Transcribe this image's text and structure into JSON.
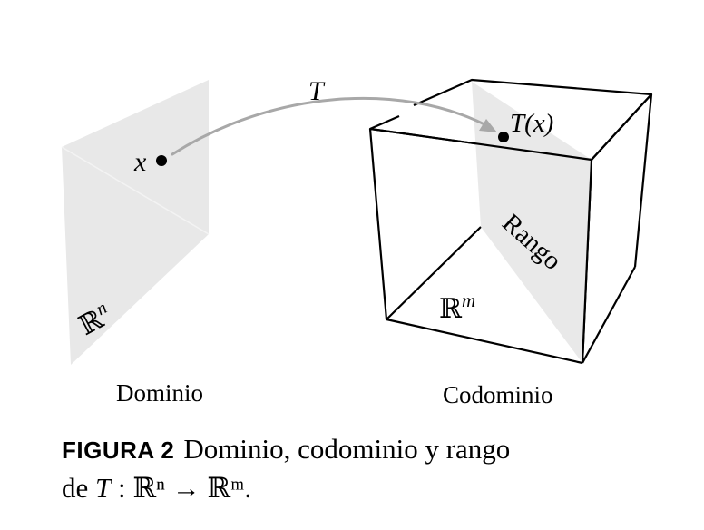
{
  "diagram": {
    "domain_point_label": "x",
    "domain_space_symbol": "ℝ",
    "domain_space_exponent": "n",
    "domain_label": "Dominio",
    "transform_label": "T",
    "image_point_label": "T(x)",
    "range_label": "Rango",
    "codomain_space_symbol": "ℝ",
    "codomain_space_exponent": "m",
    "codomain_label": "Codominio"
  },
  "caption": {
    "label": "FIGURA 2",
    "text_line1": "Dominio, codominio y rango",
    "text_line2_prefix": "de ",
    "text_line2_math": "T",
    "text_line2_rest": " : ℝⁿ → ℝᵐ."
  },
  "colors": {
    "plane_fill": "#e8e8e8",
    "arrow": "#a8a8a8",
    "lines": "#000000"
  }
}
